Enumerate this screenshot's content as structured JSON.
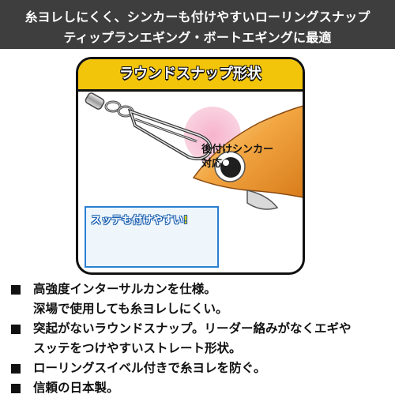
{
  "header": {
    "line1": "糸ヨレしにくく、シンカーも付けやすいローリングスナップ",
    "line2": "ティップランエギング・ボートエギングに最適"
  },
  "panel": {
    "banner": "ラウンドスナップ形状",
    "sinker_label_line1": "後付けシンカー",
    "sinker_label_line2": "対応",
    "inset_title": "スッテも付けやすい",
    "inset_bang": "!",
    "colors": {
      "banner": "#f2c40a",
      "lure_body": "#f0a64a",
      "highlight_pink": "#f6b9cf",
      "inset_border": "#2a7fd0",
      "sutte_red": "#e8262a"
    }
  },
  "features": [
    {
      "lines": [
        "高強度インターサルカンを仕様。",
        "深場で使用しても糸ヨレしにくい。"
      ]
    },
    {
      "lines": [
        "突起がないラウンドスナップ。リーダー絡みがなくエギや",
        "スッテをつけやすいストレート形状。"
      ]
    },
    {
      "lines": [
        "ローリングスイベル付きで糸ヨレを防ぐ。"
      ]
    },
    {
      "lines": [
        "信頼の日本製。"
      ]
    }
  ]
}
